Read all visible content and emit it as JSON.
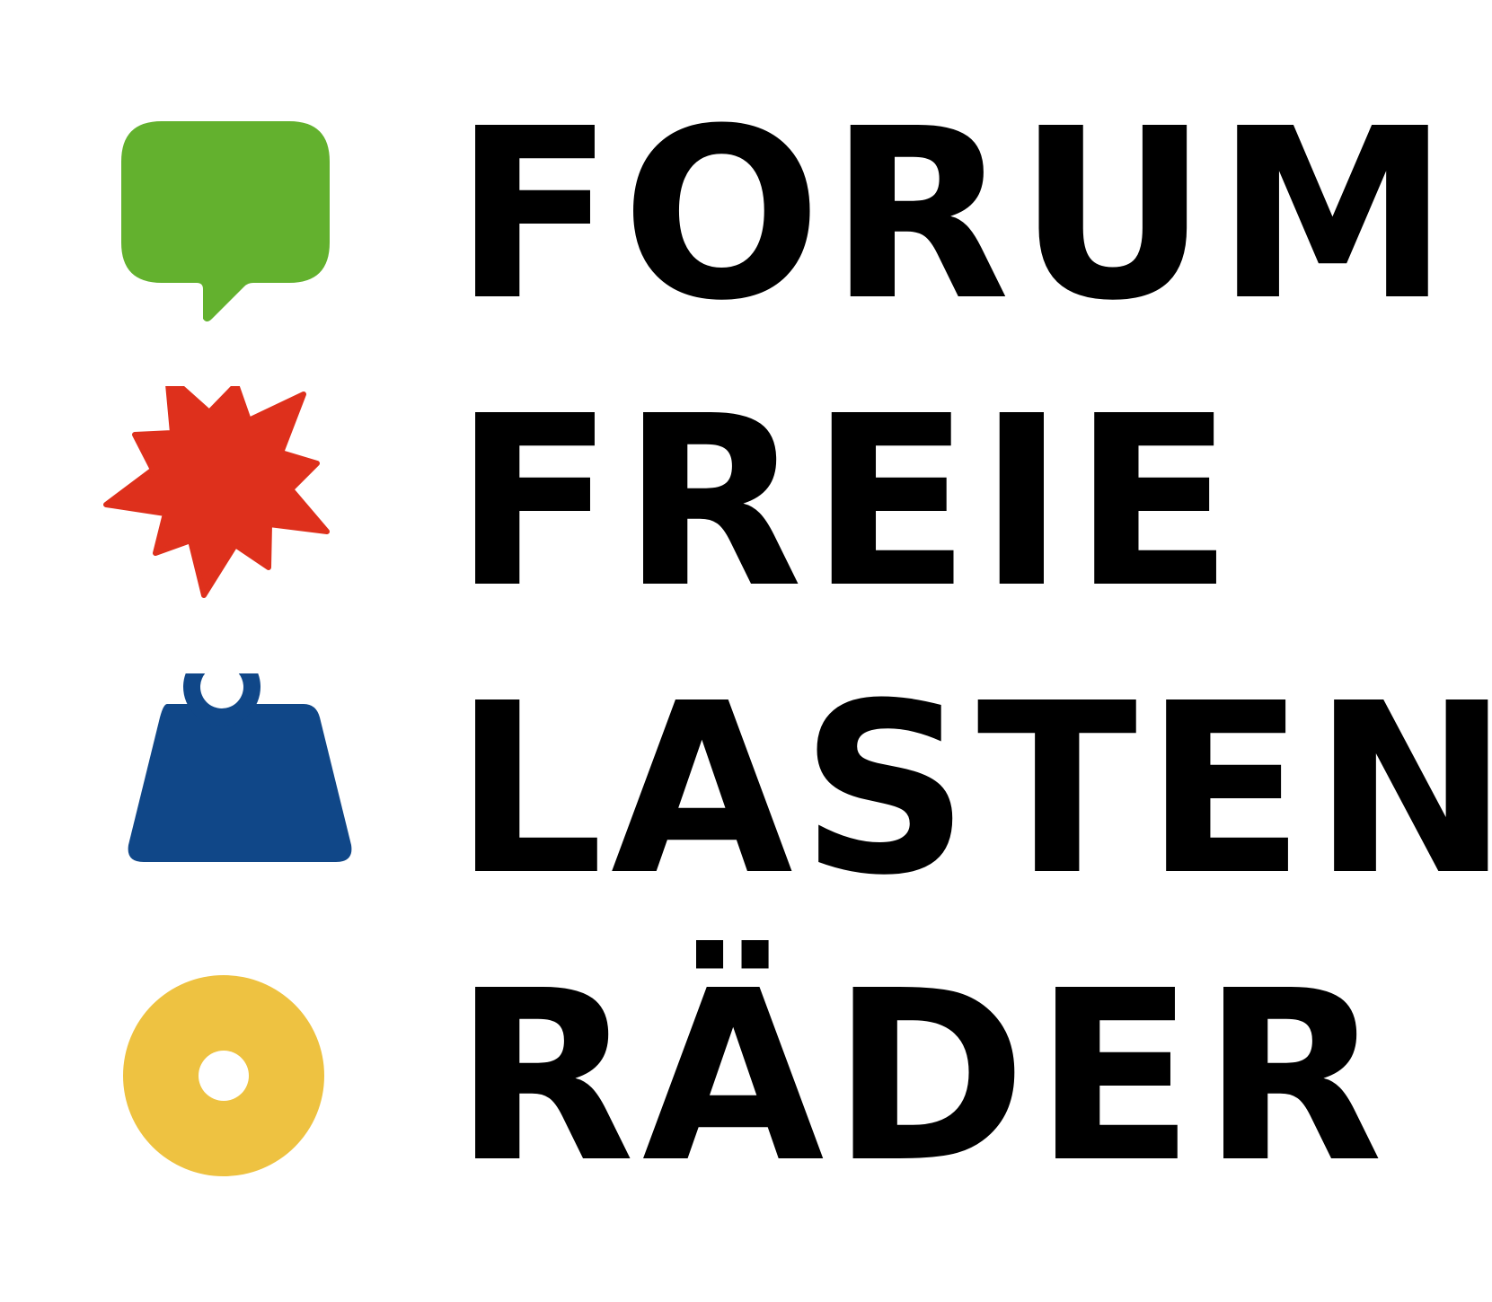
{
  "logo": {
    "lines": [
      {
        "text": "FORUM",
        "icon": "speech-bubble-icon"
      },
      {
        "text": "FREIE",
        "icon": "starburst-icon"
      },
      {
        "text": "LASTEN",
        "icon": "weight-icon"
      },
      {
        "text": "RÄDER",
        "icon": "wheel-icon"
      }
    ]
  },
  "colors": {
    "green": "#63B12E",
    "red": "#DE301C",
    "blue": "#104788",
    "yellow": "#EEC241",
    "text": "#000000",
    "background": "#FFFFFF"
  }
}
